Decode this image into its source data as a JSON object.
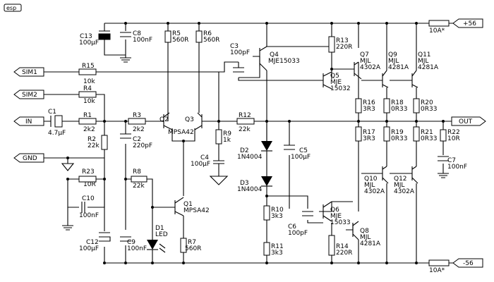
{
  "logo": "esp",
  "ports": {
    "sim1": "SIM1",
    "sim2": "SIM2",
    "in": "IN",
    "gnd": "GND",
    "out": "OUT",
    "vpos": "+56",
    "vneg": "-56"
  },
  "fuses": {
    "top": "10A*",
    "bottom": "10A*"
  },
  "labels": {
    "C13": [
      "C13",
      "100µF"
    ],
    "C8": [
      "C8",
      "100nF"
    ],
    "R5": [
      "R5",
      "560R"
    ],
    "R6": [
      "R6",
      "560R"
    ],
    "C3": [
      "C3",
      "100pF"
    ],
    "Q4": [
      "Q4",
      "MJE15033"
    ],
    "R13": [
      "R13",
      "220R"
    ],
    "Q7": [
      "Q7",
      "MJL",
      "4302A"
    ],
    "Q9": [
      "Q9",
      "MJL",
      "4281A"
    ],
    "Q11": [
      "Q11",
      "MJL",
      "4281A"
    ],
    "R15": [
      "R15",
      "10k"
    ],
    "R4": [
      "R4",
      "10k"
    ],
    "Q5": [
      "Q5",
      "MJE",
      "15032"
    ],
    "C1": [
      "C1",
      "4.7µF"
    ],
    "R1": [
      "R1",
      "2k2"
    ],
    "R3": [
      "R3",
      "2k2"
    ],
    "Q2": [
      "Q2"
    ],
    "Q3": [
      "Q3"
    ],
    "MPSA42top": [
      "MPSA42"
    ],
    "R12": [
      "R12",
      "22k"
    ],
    "R16": [
      "R16",
      "3R3"
    ],
    "R18": [
      "R18",
      "0R33"
    ],
    "R20": [
      "R20",
      "0R33"
    ],
    "R2": [
      "R2",
      "22k"
    ],
    "C2": [
      "C2",
      "220pF"
    ],
    "R9": [
      "R9",
      "1k"
    ],
    "C4": [
      "C4",
      "100µF"
    ],
    "R17": [
      "R17",
      "3R3"
    ],
    "R19": [
      "R19",
      "0R33"
    ],
    "R21": [
      "R21",
      "0R33"
    ],
    "R22": [
      "R22",
      "10R"
    ],
    "D2": [
      "D2",
      "1N4004"
    ],
    "C5": [
      "C5",
      "100µF"
    ],
    "R23": [
      "R23",
      "10R"
    ],
    "R8": [
      "R8",
      "22k"
    ],
    "C7": [
      "C7",
      "100nF"
    ],
    "Q10": [
      "Q10",
      "MJL",
      "4302A"
    ],
    "Q12": [
      "Q12",
      "MJL",
      "4302A"
    ],
    "D3": [
      "D3",
      "1N4004"
    ],
    "C10": [
      "C10",
      "100nF"
    ],
    "Q1": [
      "Q1",
      "MPSA42"
    ],
    "R10": [
      "R10",
      "3k3"
    ],
    "Q6": [
      "Q6",
      "MJE",
      "15033"
    ],
    "D1": [
      "D1",
      "LED"
    ],
    "C6": [
      "C6",
      "100pF"
    ],
    "Q8": [
      "Q8",
      "MJL",
      "4281A"
    ],
    "C12": [
      "C12",
      "100µF"
    ],
    "C9": [
      "C9",
      "100nF"
    ],
    "R7": [
      "R7",
      "560R"
    ],
    "R11": [
      "R11",
      "3k3"
    ],
    "R14": [
      "R14",
      "220R"
    ]
  }
}
